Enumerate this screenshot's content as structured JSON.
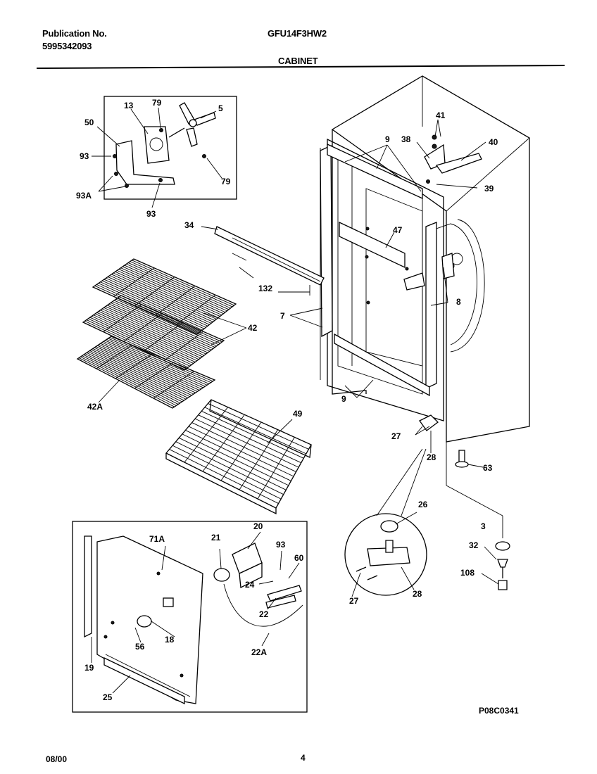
{
  "header": {
    "publication_label": "Publication No.",
    "publication_number": "5995342093",
    "model": "GFU14F3HW2",
    "section": "CABINET"
  },
  "footer": {
    "date": "08/00",
    "page_number": "4",
    "drawing_code": "P08C0341"
  },
  "callouts": [
    "13",
    "79",
    "5",
    "50",
    "93",
    "93A",
    "93",
    "79",
    "41",
    "38",
    "40",
    "39",
    "9",
    "47",
    "34",
    "132",
    "7",
    "8",
    "42",
    "42A",
    "9",
    "49",
    "27",
    "28",
    "63",
    "26",
    "3",
    "32",
    "108",
    "27",
    "28",
    "71A",
    "21",
    "20",
    "93",
    "60",
    "24",
    "22",
    "22A",
    "18",
    "56",
    "19",
    "25"
  ]
}
